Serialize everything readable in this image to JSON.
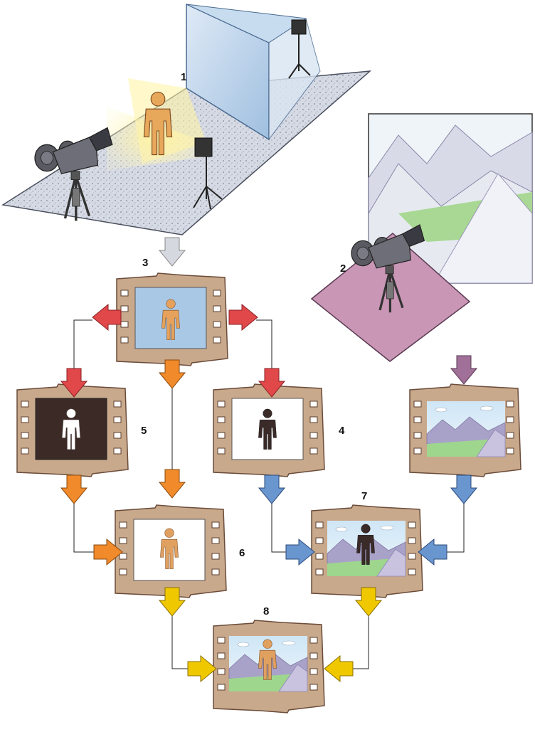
{
  "labels": {
    "step1": "1",
    "step2": "2",
    "step3": "3",
    "step4": "4",
    "step5": "5",
    "step6": "6",
    "step7": "7",
    "step8": "8"
  },
  "colors": {
    "filmFrame": "#c8a88a",
    "filmDark": "#8a6a52",
    "blueScreen": "#a9c8e6",
    "figureOrange": "#e0a060",
    "figureDark": "#3a2a28",
    "mattBlack": "#3c2a26",
    "arrowRed": "#e0484a",
    "arrowOrange": "#f08a2a",
    "arrowBlue": "#6a96d0",
    "arrowYellow": "#f0c800",
    "arrowPurple": "#a07098",
    "floorPurple": "#c896b4",
    "floorGray": "#c8ccd6",
    "mountainGreen": "#8ccc7a",
    "mountainPurple": "#a8a0c8"
  }
}
